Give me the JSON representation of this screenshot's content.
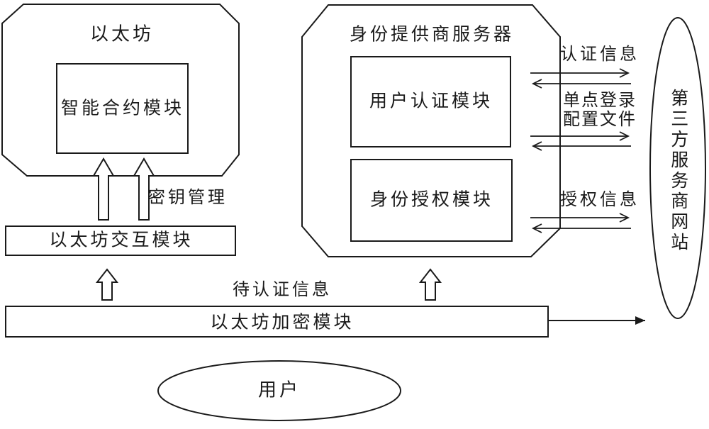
{
  "colors": {
    "stroke": "#1a1a1a",
    "background": "#ffffff"
  },
  "ethereum": {
    "title": "以太坊",
    "smart_contract": "智能合约模块",
    "interaction_module": "以太坊交互模块",
    "encryption_module": "以太坊加密模块",
    "key_management": "密钥管理"
  },
  "idp": {
    "title": "身份提供商服务器",
    "user_auth_module": "用户认证模块",
    "identity_authz_module": "身份授权模块"
  },
  "third_party": {
    "label": "第三方服务商网站"
  },
  "flows": {
    "auth_info": "认证信息",
    "sso_line1": "单点登录",
    "sso_line2": "配置文件",
    "authz_info": "授权信息",
    "pending_auth_info": "待认证信息"
  },
  "user": {
    "label": "用户"
  }
}
